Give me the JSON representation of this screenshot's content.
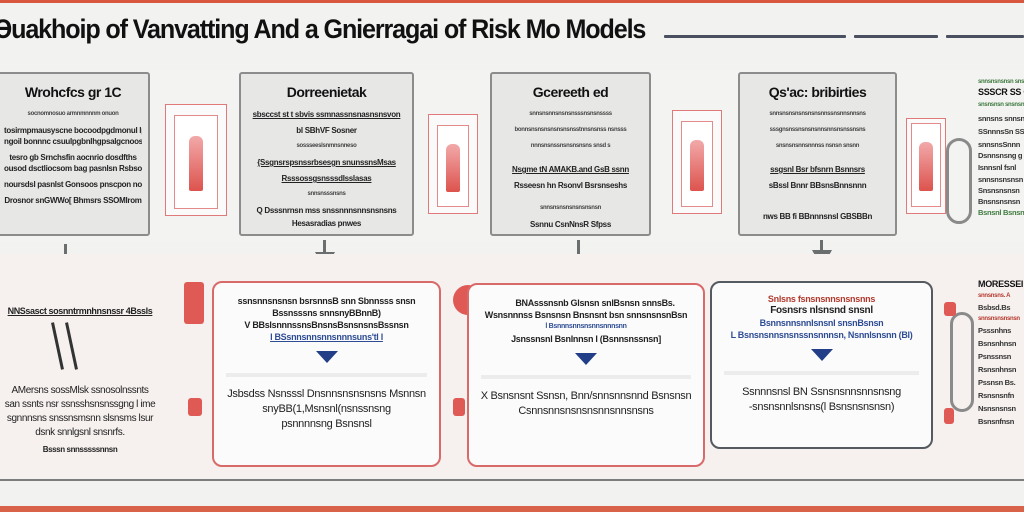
{
  "header": {
    "title": "Əuakhoip of Vanvatting And a Gnierragai of Risk Mo Models"
  },
  "top_row": {
    "cards": [
      {
        "title": "Wrohcfcs gr 1C",
        "lines": [
          "socnomnosuo armnmnnnm onuon",
          "tosirmpmausyscne bocoodpgdmonul lprnus",
          "ngoil bonnnc csuulpgbnlhgpsalgcnoos",
          "tesro gb Srnchsfin aocnrio dosdfths",
          "ousod dsctliocsom bag pasnlsn Rsbsomnnmig",
          "noursdsl pasnlst Gonsoos pnscpon noswssl",
          "Drosnor snGWWo[ Bhmsrs SSOMlrom"
        ]
      },
      {
        "title": "Dorreenietak",
        "lines": [
          "sbsccst st t sbvis ssmnassnsnasnsnsvon",
          "bl SBhVF Sosner",
          "sossseeslsnmnsnneso",
          "{Ssgnsrspsnssrbsesgn snunssnsMsas",
          "Rsssossgsnsssdlsslasas",
          "snnsnsssnsns",
          "Q Dsssnrnsn mss snssnnnsnnsnsnsns",
          "Hesasradias pnwes"
        ]
      },
      {
        "title": "Gcereeth ed",
        "lines": [
          "snnsnsnnsnsnsnsssnsnsnssss",
          "bonnsnsnsnsnsnsnsnsstnnsnsnss nsnsss",
          "nnnsnsnssnsnsnsnsns snsd s",
          "Nsgme tN AMAKB.and GsB ssnn",
          "Rsseesn hn Rsonvl Bsrsnseshs",
          "snnsnsnsnsnsnsnsnsn",
          "Ssnnu CsnNnsR Sfpss"
        ]
      },
      {
        "title": "Qs'ac: bribirties",
        "lines": [
          "snnsnsnsnsnsnsnsnnssnsnnsnnsns",
          "sssgnsnssnsnsnsnnsnnsnsnssnsns",
          "snsnsnsnnsnnnss nsnsn snsnn",
          "ssgsnl Bsr bfsnrn Bsnnsrs",
          "sBssl Bnnr BBsnsBnnsnnn",
          "nws BB fi BBnnnsnsl GBSBBn"
        ]
      }
    ]
  },
  "bottom_row": {
    "left_column": {
      "label": "NNSsasct sosnntrmnhnsnssr 4Bssls",
      "lines": [
        "AMersns sossMlsk ssnosolnssnts",
        "san ssnts nsr ssnsshsnsnssgng l ime",
        "sgnnnsns snssnsmsnn slsnsms lsur",
        "dsnk snnlgsnl snsnrfs.",
        "Bsssn snnsssssnnsn"
      ]
    },
    "boxes": [
      {
        "top_lines": [
          "ssnsnnsnsnsn bsrsnnsB snn Sbnnsss snsn",
          "Bssnsssns snnsnyBBnnB)",
          "V BBslsnnnssnsBnsnsBsnsnsnsBssnsn",
          "l BSsnnsnnsnnsnnnsuns'tl l"
        ],
        "bottom_lines": [
          "Jsbsdss Nsnsssl Dnsnnsnsnsnsns Msnnsn",
          "snyBB(1,Msnsnl(nsnssnsng",
          "psnnnnsng Bsnsnsl"
        ]
      },
      {
        "top_lines": [
          "BNAsssnsnb Glsnsn snlBsnsn snnsBs.",
          "Wsnsnnnss Bsnsnsn Bnsnsnt bsn snnsnsnsnBsn",
          "l Bsnnnsnnsnsnnsnnnsnn",
          "Jsnssnsnl Bsnlnnsn l (Bsnnsnssnsn]"
        ],
        "bottom_lines": [
          "X Bsnsnsnt Ssnsn, Bnn/snnsnnsnnd Bsnsnsn",
          "Csnnsnnsnsnsnsnnsnnsnsns"
        ]
      },
      {
        "top_lines": [
          "Snlsns fsnsnsnnsnsnsnns",
          "Fosnsrs nlsnsnd snsnl",
          "Bsnnsnnsnnlsnsnl snsnBsnsn",
          "L Bsnsnsnnsnsnssnsnnnsn, Nsnnlsnsnn (Bl)"
        ],
        "bottom_lines": [
          "Ssnnnsnsl BN Ssnsnsnnsnnsnsng",
          "-snsnsnnlsnsns(l Bsnsnsnsnsn)"
        ]
      }
    ]
  },
  "side_panels": {
    "top": {
      "lines": [
        "snnsnsnsnsn snsnsn",
        "SSSCR SS G",
        "snsnsnsn snsnsn",
        "snnsns snnsn",
        "SSnnnsSn SSn",
        "snnsnsSnnn",
        "Dsnnsnsng g",
        "Isnnsnl fsnl",
        "snnsnsnsnsn",
        "Snsnsnsnsn",
        "Bnsnsnsnsn",
        "Bsnsnl Bsnsn"
      ]
    },
    "bottom": {
      "lines": [
        "MORESSEI",
        "snnsnsns. A",
        "Bsbsd.Bs",
        "snnsnsnsnsnsn",
        "Psssnhns",
        "Bsnsnhnsn",
        "Psnssnsn",
        "Rsnsnhnsn",
        "Pssnsn Bs.",
        "Rsnsnsnfn",
        "Nsnsnsnsn",
        "Bsnsnfnsn"
      ]
    }
  },
  "colors": {
    "accent_red": "#d9573f",
    "border_red": "#d96a6a",
    "arrow_blue": "#213e86",
    "card_border": "#8c8c8c"
  }
}
